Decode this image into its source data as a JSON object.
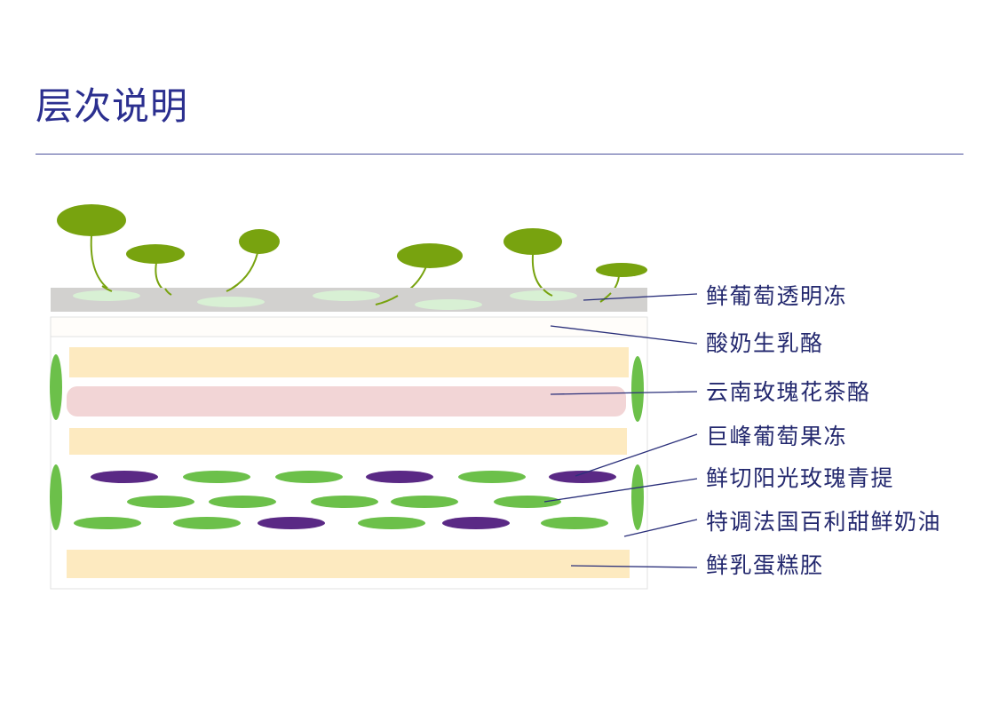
{
  "page": {
    "title": "层次说明"
  },
  "legend": {
    "layers": [
      {
        "id": "grape-jelly",
        "label": "鲜葡萄透明冻"
      },
      {
        "id": "yogurt-cheese",
        "label": "酸奶生乳酪"
      },
      {
        "id": "rose-tea-cheese",
        "label": "云南玫瑰花茶酪"
      },
      {
        "id": "kyoho-jelly",
        "label": "巨峰葡萄果冻"
      },
      {
        "id": "shine-muscat",
        "label": "鲜切阳光玫瑰青提"
      },
      {
        "id": "cream",
        "label": "特调法国百利甜鲜奶油"
      },
      {
        "id": "sponge",
        "label": "鲜乳蛋糕胚"
      }
    ]
  },
  "colors": {
    "title": "#2b2f8f",
    "jelly_band": "#d2d1cf",
    "jelly_dots": "#d8f0d4",
    "leaf": "#78a30f",
    "cream_band": "#fdeac0",
    "rose_band": "#f2d5d6",
    "green_grape": "#6cc04a",
    "purple_grape": "#5a2985",
    "label_text": "#23286e",
    "leader_line": "#2a2f7a"
  }
}
